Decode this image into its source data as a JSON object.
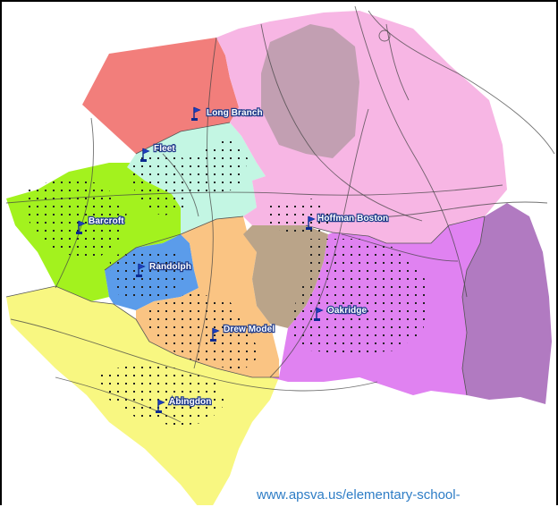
{
  "map": {
    "schools": [
      {
        "name": "Long Branch",
        "zone": "#f27e7b"
      },
      {
        "name": "Fleet",
        "zone": "#c3f6e3"
      },
      {
        "name": "Barcroft",
        "zone": "#a3f21e"
      },
      {
        "name": "Hoffman Boston",
        "zone": "#f7b6e4"
      },
      {
        "name": "Randolph",
        "zone": "#5b9cea"
      },
      {
        "name": "Oakridge",
        "zone": "#e082f1"
      },
      {
        "name": "Drew Model",
        "zone": "#fac483"
      },
      {
        "name": "Abingdon",
        "zone": "#f8f781"
      }
    ],
    "other_colors": {
      "plateau": "#baa489",
      "cemetery": "#c29fb2",
      "east_zone": "#b17ac1"
    },
    "icons": {
      "school_marker": "flag-icon"
    }
  },
  "footer": {
    "source_url": "www.apsva.us/elementary-school-"
  }
}
